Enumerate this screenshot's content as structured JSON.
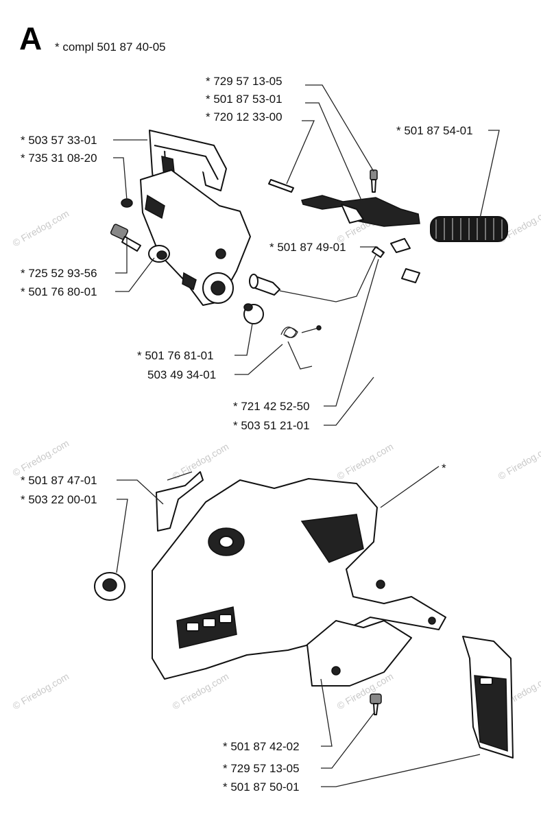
{
  "header": {
    "letter": "A",
    "assembly_text": "* compl 501 87 40-05"
  },
  "watermark": "© Firedog.com",
  "labels": [
    {
      "id": "p1",
      "text": "* 729 57 13-05"
    },
    {
      "id": "p2",
      "text": "* 501 87 53-01"
    },
    {
      "id": "p3",
      "text": "* 720 12 33-00"
    },
    {
      "id": "p4",
      "text": "* 501 87 54-01"
    },
    {
      "id": "p5",
      "text": "* 503 57 33-01"
    },
    {
      "id": "p6",
      "text": "* 735 31 08-20"
    },
    {
      "id": "p7",
      "text": "* 501 87 49-01"
    },
    {
      "id": "p8",
      "text": "* 725 52 93-56"
    },
    {
      "id": "p9",
      "text": "* 501 76 80-01"
    },
    {
      "id": "p10",
      "text": "* 501 76 81-01"
    },
    {
      "id": "p11",
      "text": "503 49 34-01"
    },
    {
      "id": "p12",
      "text": "* 721 42 52-50"
    },
    {
      "id": "p13",
      "text": "* 503 51 21-01"
    },
    {
      "id": "p14",
      "text": "* 501 87 47-01"
    },
    {
      "id": "p15",
      "text": "* 503 22 00-01"
    },
    {
      "id": "p16",
      "text": "*"
    },
    {
      "id": "p17",
      "text": "* 501 87 42-02"
    },
    {
      "id": "p18",
      "text": "* 729 57 13-05"
    },
    {
      "id": "p19",
      "text": "* 501 87 50-01"
    }
  ]
}
